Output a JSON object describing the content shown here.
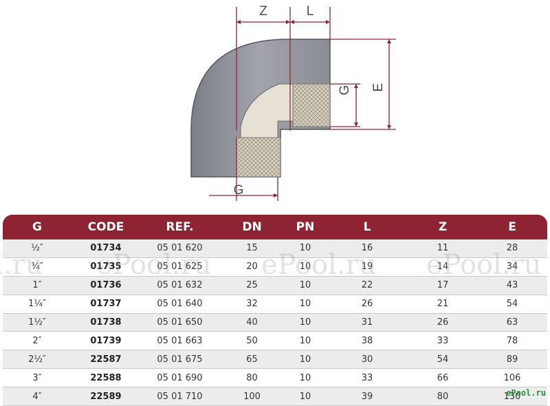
{
  "diagram": {
    "labels": {
      "z": "Z",
      "l": "L",
      "g_right": "G",
      "e": "E",
      "g_bottom": "G"
    },
    "colors": {
      "dimension_line": "#8e2433",
      "body": "#8d8f96",
      "thread": "#cfc8b8"
    }
  },
  "table": {
    "header_color": "#8e2433",
    "headers": [
      "G",
      "CODE",
      "REF.",
      "DN",
      "PN",
      "L",
      "Z",
      "E"
    ],
    "rows": [
      [
        "½″",
        "01734",
        "05 01 620",
        "15",
        "10",
        "16",
        "11",
        "28"
      ],
      [
        "¾″",
        "01735",
        "05 01 625",
        "20",
        "10",
        "19",
        "14",
        "34"
      ],
      [
        "1″",
        "01736",
        "05 01 632",
        "25",
        "10",
        "22",
        "17",
        "43"
      ],
      [
        "1¼″",
        "01737",
        "05 01 640",
        "32",
        "10",
        "26",
        "21",
        "54"
      ],
      [
        "1½″",
        "01738",
        "05 01 650",
        "40",
        "10",
        "31",
        "26",
        "63"
      ],
      [
        "2″",
        "01739",
        "05 01 663",
        "50",
        "10",
        "38",
        "33",
        "78"
      ],
      [
        "2½″",
        "22587",
        "05 01 675",
        "65",
        "10",
        "30",
        "54",
        "89"
      ],
      [
        "3″",
        "22588",
        "05 01 690",
        "80",
        "10",
        "33",
        "66",
        "106"
      ],
      [
        "4″",
        "22589",
        "05 01 710",
        "100",
        "10",
        "39",
        "80",
        "130"
      ]
    ]
  },
  "watermarks": [
    "l.ru",
    "ePool.ru",
    "ePool.ru",
    "ePool.ru"
  ],
  "logo": "ePool.ru"
}
